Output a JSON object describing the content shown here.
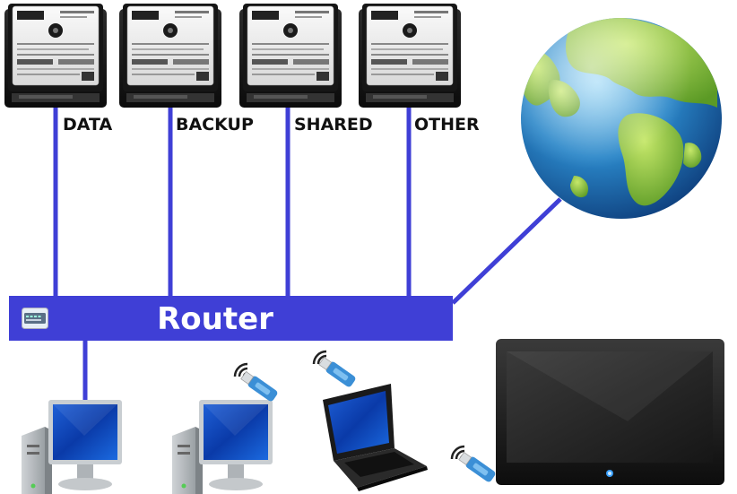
{
  "drives": [
    {
      "label": "DATA"
    },
    {
      "label": "BACKUP"
    },
    {
      "label": "SHARED"
    },
    {
      "label": "OTHER"
    }
  ],
  "router": {
    "label": "Router"
  },
  "colors": {
    "link": "#3f3fd6",
    "router": "#3f3fd6",
    "text": "#111111"
  }
}
